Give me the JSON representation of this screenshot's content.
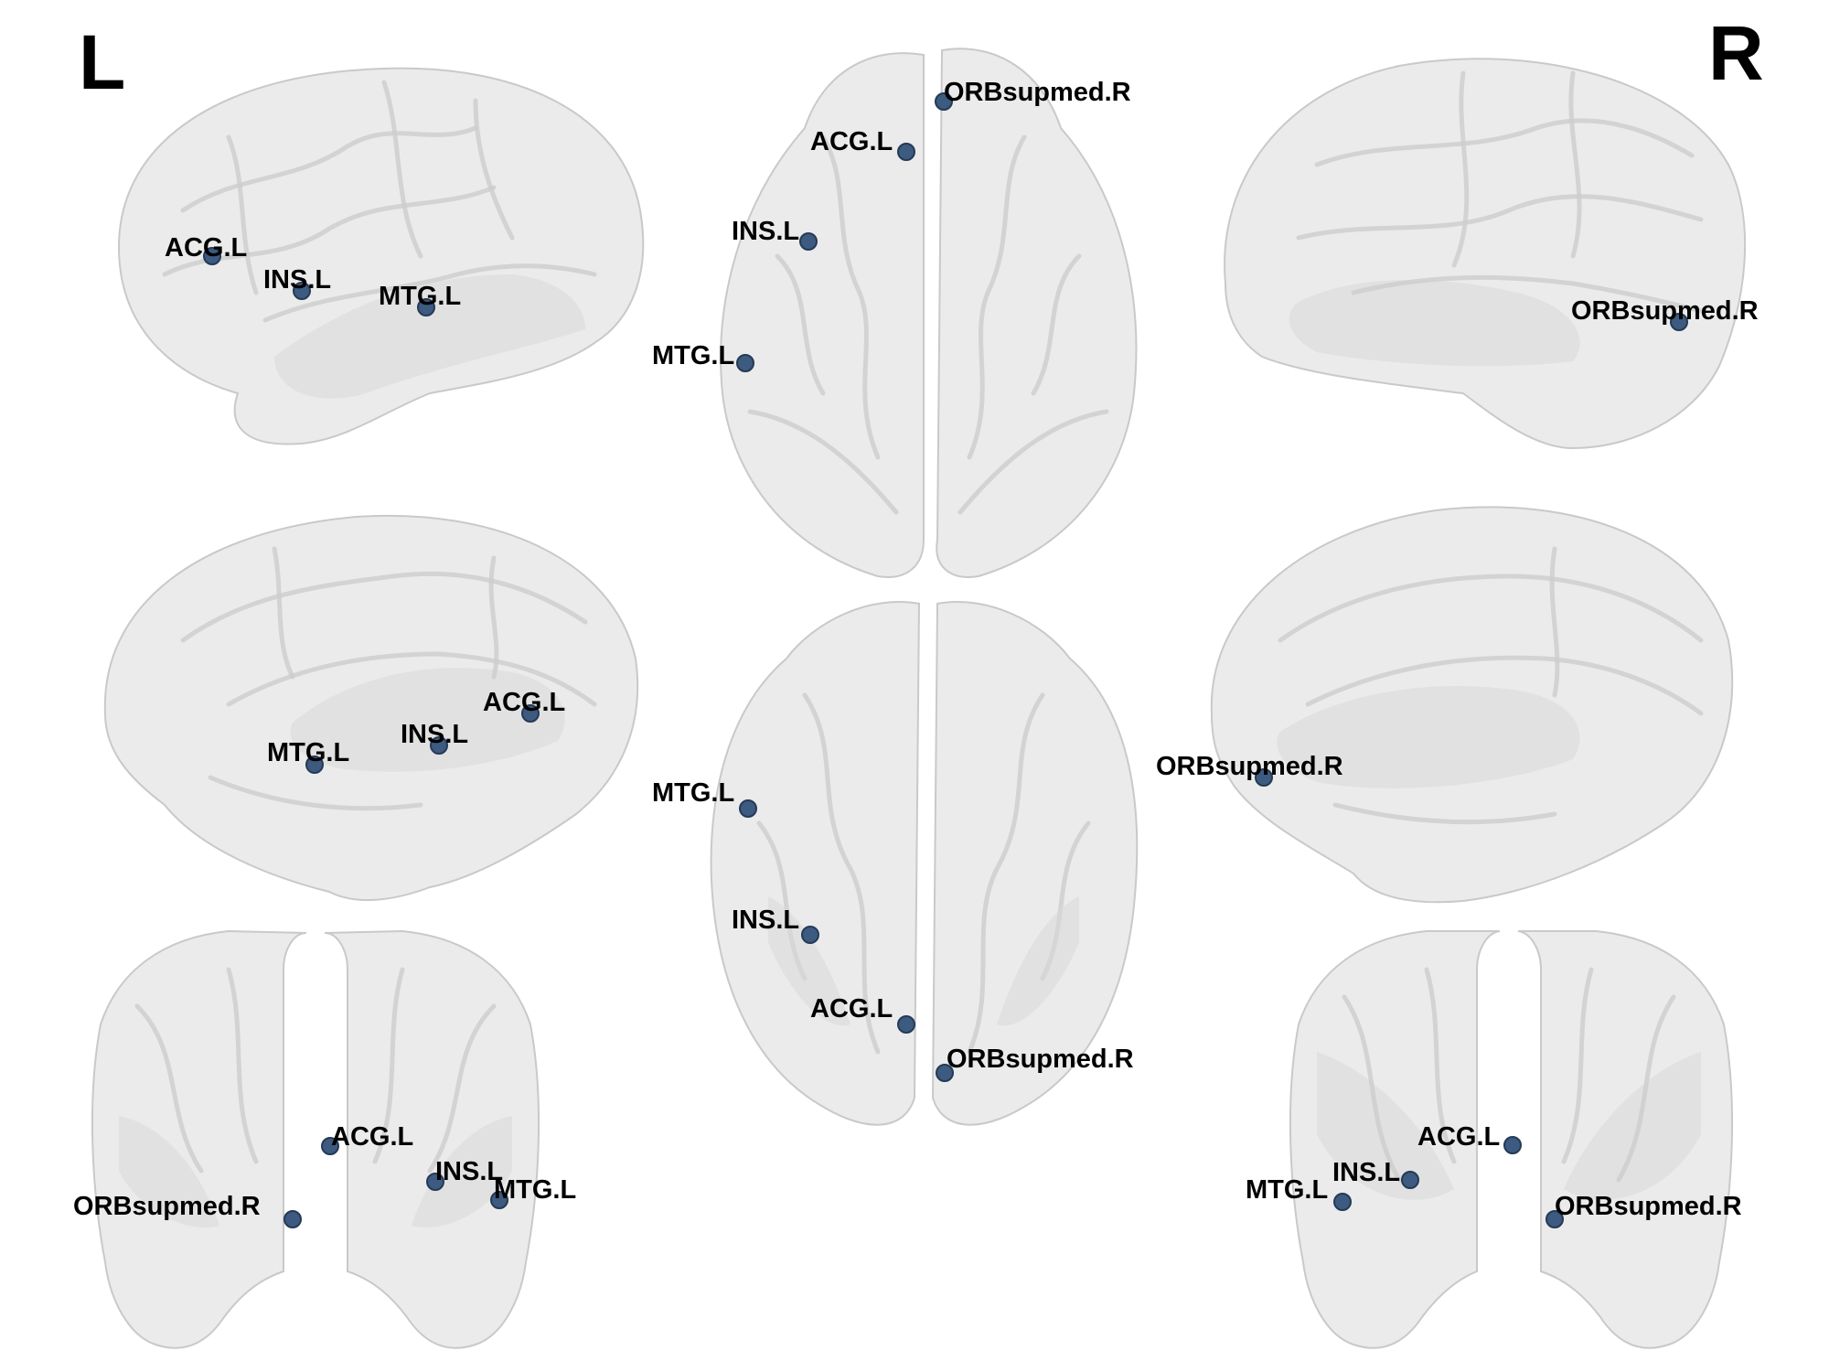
{
  "side_labels": {
    "left": "L",
    "right": "R"
  },
  "colors": {
    "node": "#3d5a80",
    "brain": "#ebebeb",
    "label": "#000000"
  },
  "regions": {
    "acg": "ACG.L",
    "ins": "INS.L",
    "mtg": "MTG.L",
    "orb": "ORBsupmed.R"
  },
  "views": [
    {
      "id": "left-lateral",
      "nodes": [
        {
          "region": "acg",
          "label_side": "above-left"
        },
        {
          "region": "ins",
          "label_side": "above"
        },
        {
          "region": "mtg",
          "label_side": "above"
        }
      ]
    },
    {
      "id": "top",
      "nodes": [
        {
          "region": "orb",
          "label_side": "right"
        },
        {
          "region": "acg",
          "label_side": "left"
        },
        {
          "region": "ins",
          "label_side": "left"
        },
        {
          "region": "mtg",
          "label_side": "left"
        }
      ]
    },
    {
      "id": "right-lateral",
      "nodes": [
        {
          "region": "orb",
          "label_side": "left"
        }
      ]
    },
    {
      "id": "left-medial",
      "nodes": [
        {
          "region": "acg",
          "label_side": "above"
        },
        {
          "region": "ins",
          "label_side": "above"
        },
        {
          "region": "mtg",
          "label_side": "above"
        }
      ]
    },
    {
      "id": "bottom",
      "nodes": [
        {
          "region": "mtg",
          "label_side": "left"
        },
        {
          "region": "ins",
          "label_side": "left"
        },
        {
          "region": "acg",
          "label_side": "left"
        },
        {
          "region": "orb",
          "label_side": "right"
        }
      ]
    },
    {
      "id": "right-medial",
      "nodes": [
        {
          "region": "orb",
          "label_side": "left"
        }
      ]
    },
    {
      "id": "front",
      "nodes": [
        {
          "region": "acg",
          "label_side": "right"
        },
        {
          "region": "ins",
          "label_side": "above"
        },
        {
          "region": "mtg",
          "label_side": "right"
        },
        {
          "region": "orb",
          "label_side": "left"
        }
      ]
    },
    {
      "id": "back",
      "nodes": [
        {
          "region": "acg",
          "label_side": "above"
        },
        {
          "region": "ins",
          "label_side": "above"
        },
        {
          "region": "mtg",
          "label_side": "left"
        },
        {
          "region": "orb",
          "label_side": "right"
        }
      ]
    }
  ]
}
